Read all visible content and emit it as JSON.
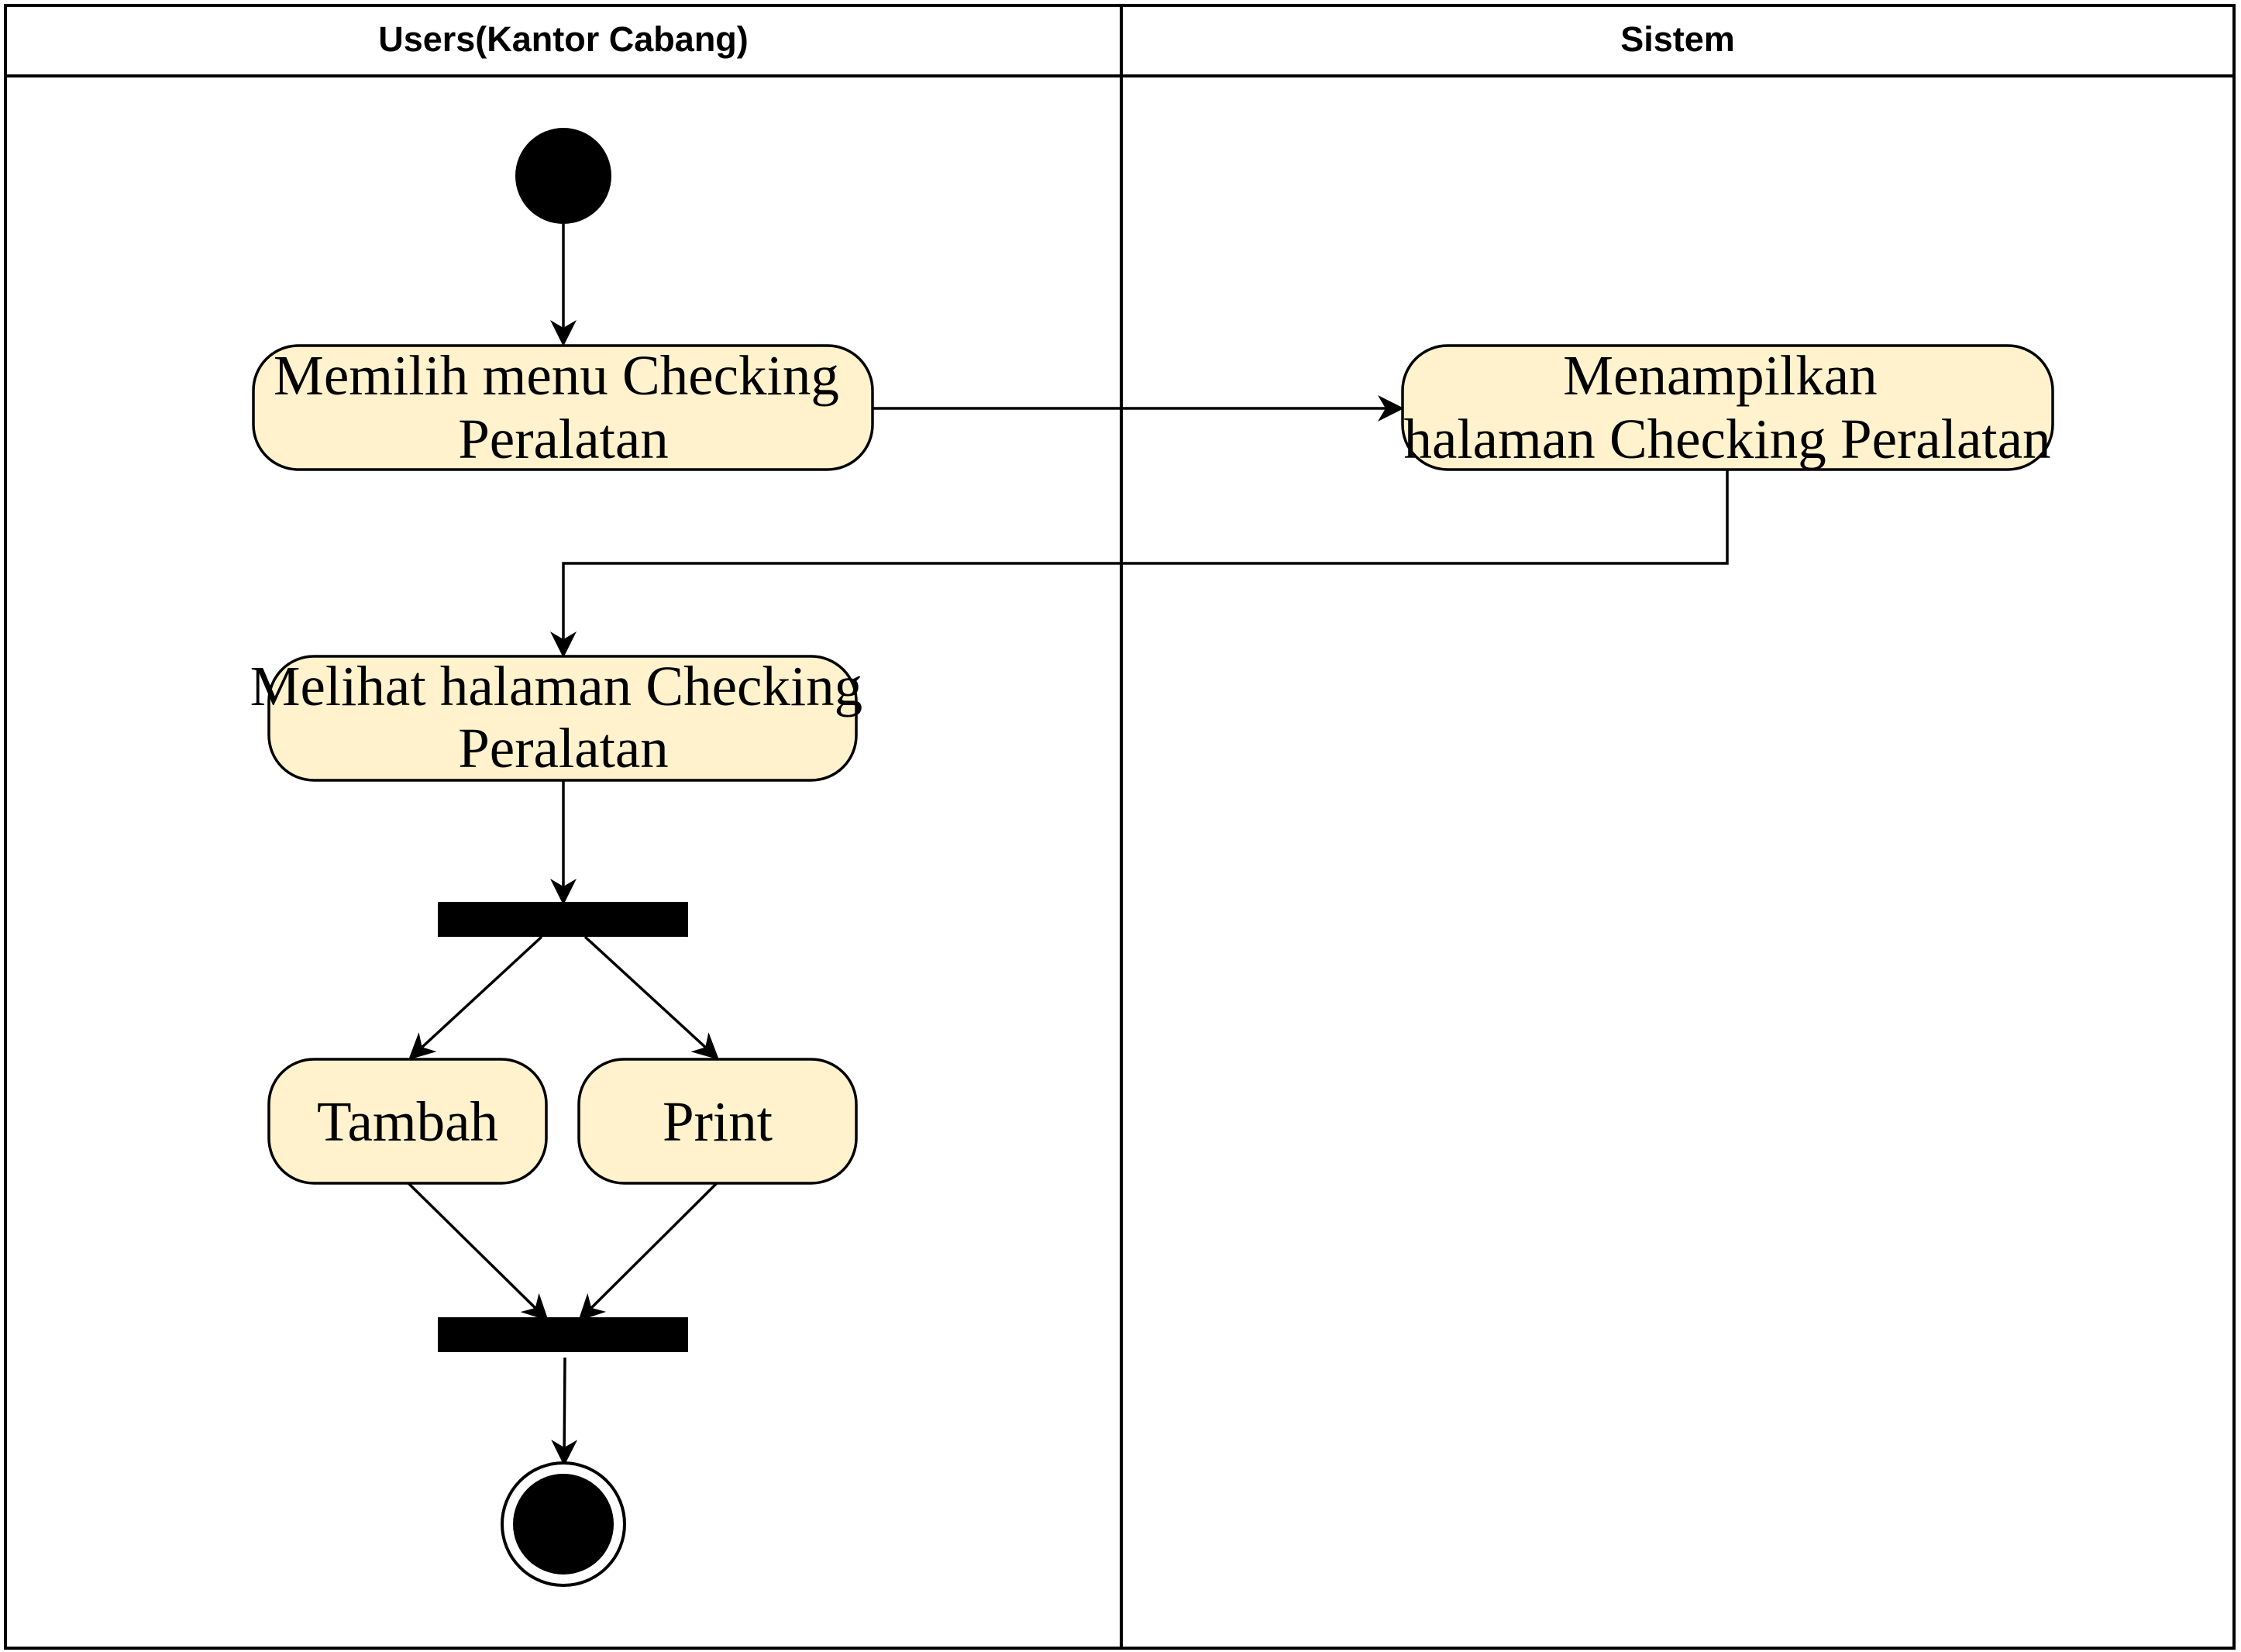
{
  "lanes": {
    "users": "Users(Kantor Cabang)",
    "sistem": "Sistem"
  },
  "actions": {
    "memilih_menu": [
      "Memilih menu Checking",
      "Peralatan"
    ],
    "menampilkan": [
      "Menampilkan",
      "halaman Checking Peralatan"
    ],
    "melihat": [
      "Melihat halaman Checking",
      "Peralatan"
    ],
    "tambah": "Tambah",
    "print": "Print"
  },
  "colors": {
    "action_fill": "#fff2cc",
    "stroke": "#000000",
    "node": "#000000"
  }
}
